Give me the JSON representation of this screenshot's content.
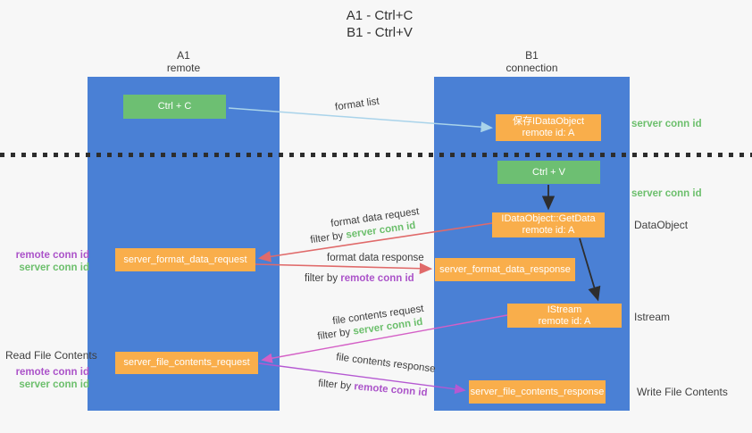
{
  "title": {
    "line1": "A1 - Ctrl+C",
    "line2": "B1 - Ctrl+V"
  },
  "lanes": {
    "left": {
      "name_line": "A1",
      "role_line": "remote"
    },
    "right": {
      "name_line": "B1",
      "role_line": "connection"
    }
  },
  "nodes": {
    "ctrl_c": {
      "label": "Ctrl + C"
    },
    "ctrl_v": {
      "label": "Ctrl + V"
    },
    "save_dataobject": {
      "line1": "保存IDataObject",
      "line2": "remote id: A"
    },
    "getdata": {
      "line1": "IDataObject::GetData",
      "line2": "remote id: A"
    },
    "istream": {
      "line1": "IStream",
      "line2": "remote id: A"
    },
    "server_format_data_request": "server_format_data_request",
    "server_format_data_response": "server_format_data_response",
    "server_file_contents_request": "server_file_contents_request",
    "server_file_contents_response": "server_file_contents_response"
  },
  "arrow_labels": {
    "format_list": "format list",
    "format_data_request": "format data request",
    "format_data_response": "format data response",
    "file_contents_request": "file contents request",
    "file_contents_response": "file contents response",
    "filter_by_prefix": "filter by ",
    "server_conn_id": "server conn id",
    "remote_conn_id": "remote conn id"
  },
  "side_labels": {
    "server_conn_id_top": "server conn id",
    "server_conn_id_mid": "server conn id",
    "dataobject": "DataObject",
    "istream": "Istream",
    "read_file_contents": "Read File Contents",
    "write_file_contents": "Write File Contents",
    "remote_conn_id": "remote conn id",
    "server_conn_id": "server conn id"
  },
  "colors": {
    "background": "#f7f7f7",
    "lane_blue": "#4a80d5",
    "box_green": "#6dbf72",
    "box_orange": "#f9ae4b",
    "arrow_blue": "#a9d3ea",
    "arrow_red": "#e06a6a",
    "arrow_pink": "#d45fc6",
    "arrow_purple": "#b558d2",
    "arrow_black": "#2d2d2d",
    "text_green": "#6cbf6c",
    "text_purple": "#ab53c9"
  }
}
